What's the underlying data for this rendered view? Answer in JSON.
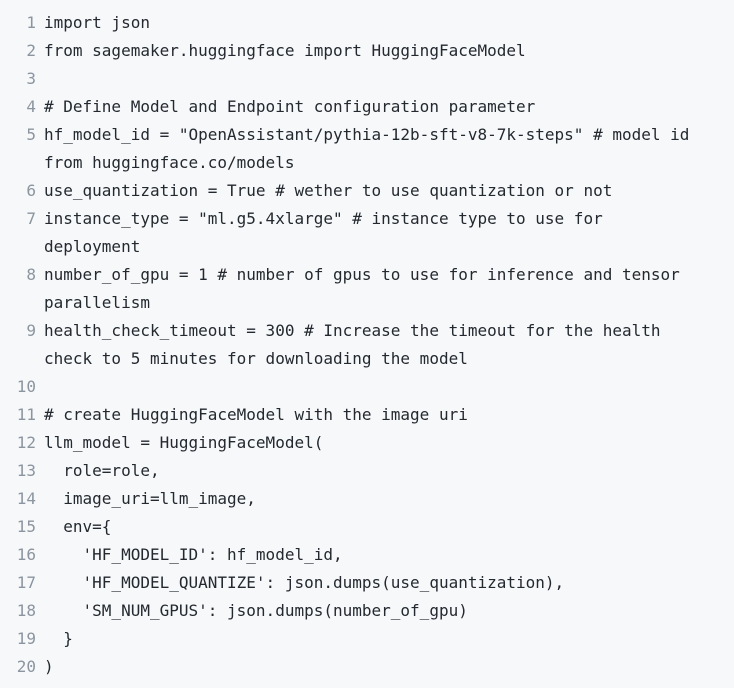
{
  "colors": {
    "background": "#f6f8fa",
    "code_text": "#24292f",
    "line_number": "#8c959f"
  },
  "code_block": {
    "lines": [
      {
        "number": "1",
        "text": "import json"
      },
      {
        "number": "2",
        "text": "from sagemaker.huggingface import HuggingFaceModel"
      },
      {
        "number": "3",
        "text": ""
      },
      {
        "number": "4",
        "text": "# Define Model and Endpoint configuration parameter"
      },
      {
        "number": "5",
        "text": "hf_model_id = \"OpenAssistant/pythia-12b-sft-v8-7k-steps\" # model id from huggingface.co/models"
      },
      {
        "number": "6",
        "text": "use_quantization = True # wether to use quantization or not"
      },
      {
        "number": "7",
        "text": "instance_type = \"ml.g5.4xlarge\" # instance type to use for deployment"
      },
      {
        "number": "8",
        "text": "number_of_gpu = 1 # number of gpus to use for inference and tensor parallelism"
      },
      {
        "number": "9",
        "text": "health_check_timeout = 300 # Increase the timeout for the health check to 5 minutes for downloading the model"
      },
      {
        "number": "10",
        "text": ""
      },
      {
        "number": "11",
        "text": "# create HuggingFaceModel with the image uri"
      },
      {
        "number": "12",
        "text": "llm_model = HuggingFaceModel("
      },
      {
        "number": "13",
        "text": "  role=role,"
      },
      {
        "number": "14",
        "text": "  image_uri=llm_image,"
      },
      {
        "number": "15",
        "text": "  env={"
      },
      {
        "number": "16",
        "text": "    'HF_MODEL_ID': hf_model_id,"
      },
      {
        "number": "17",
        "text": "    'HF_MODEL_QUANTIZE': json.dumps(use_quantization),"
      },
      {
        "number": "18",
        "text": "    'SM_NUM_GPUS': json.dumps(number_of_gpu)"
      },
      {
        "number": "19",
        "text": "  }"
      },
      {
        "number": "20",
        "text": ")"
      }
    ]
  }
}
